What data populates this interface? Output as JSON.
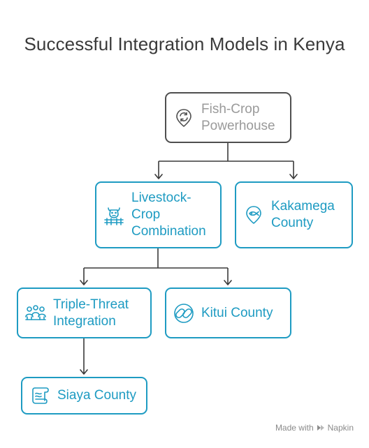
{
  "title": "Successful Integration Models in Kenya",
  "nodes": {
    "fish_crop": {
      "label": "Fish-Crop\nPowerhouse",
      "icon": "fish-recycle-icon"
    },
    "livestock_crop": {
      "label": "Livestock-\nCrop\nCombination",
      "icon": "cow-fence-icon"
    },
    "kakamega": {
      "label": "Kakamega\nCounty",
      "icon": "fish-location-pin-icon"
    },
    "triple_threat": {
      "label": "Triple-Threat\nIntegration",
      "icon": "three-people-icon"
    },
    "kitui": {
      "label": "Kitui County",
      "icon": "chain-link-icon"
    },
    "siaya": {
      "label": "Siaya County",
      "icon": "scroll-map-icon"
    }
  },
  "colors": {
    "accent": "#1e9bc2",
    "root_border": "#4f4f4f",
    "root_text": "#9a9a9a",
    "connector": "#3a3a3a"
  },
  "footer": {
    "made_with": "Made with",
    "brand": "Napkin"
  }
}
